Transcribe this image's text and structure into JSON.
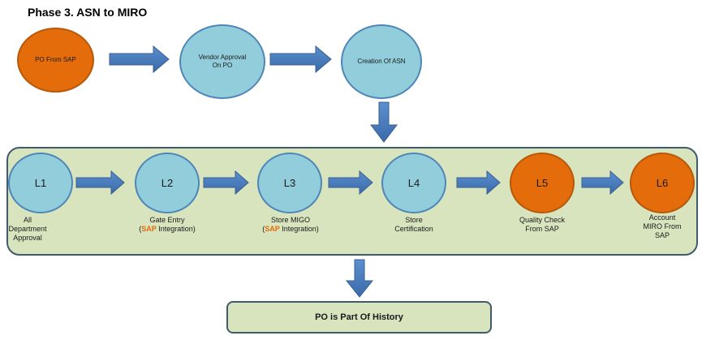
{
  "title": "Phase 3. ASN to MIRO",
  "top_nodes": {
    "po": "PO From SAP",
    "vendor": "Vendor Approval On PO",
    "asn": "Creation Of ASN"
  },
  "levels": [
    {
      "label": "L1",
      "caption": "All Department Approval"
    },
    {
      "label": "L2",
      "caption_line1": "Gate Entry",
      "caption_sap": "SAP",
      "caption_rest": " Integration)"
    },
    {
      "label": "L3",
      "caption_line1": "Store MIGO",
      "caption_sap": "SAP",
      "caption_rest": " Integration)"
    },
    {
      "label": "L4",
      "caption": "Store Certification"
    },
    {
      "label": "L5",
      "caption": "Quality Check From SAP"
    },
    {
      "label": "L6",
      "caption": "Account MIRO From SAP"
    }
  ],
  "paren_open": "(",
  "history": "PO is Part Of History",
  "colors": {
    "orange": "#e46c0a",
    "blue": "#92cddc",
    "panel": "#d7e4bd",
    "arrow": "#4f81bd",
    "border": "#3f5b6c"
  }
}
